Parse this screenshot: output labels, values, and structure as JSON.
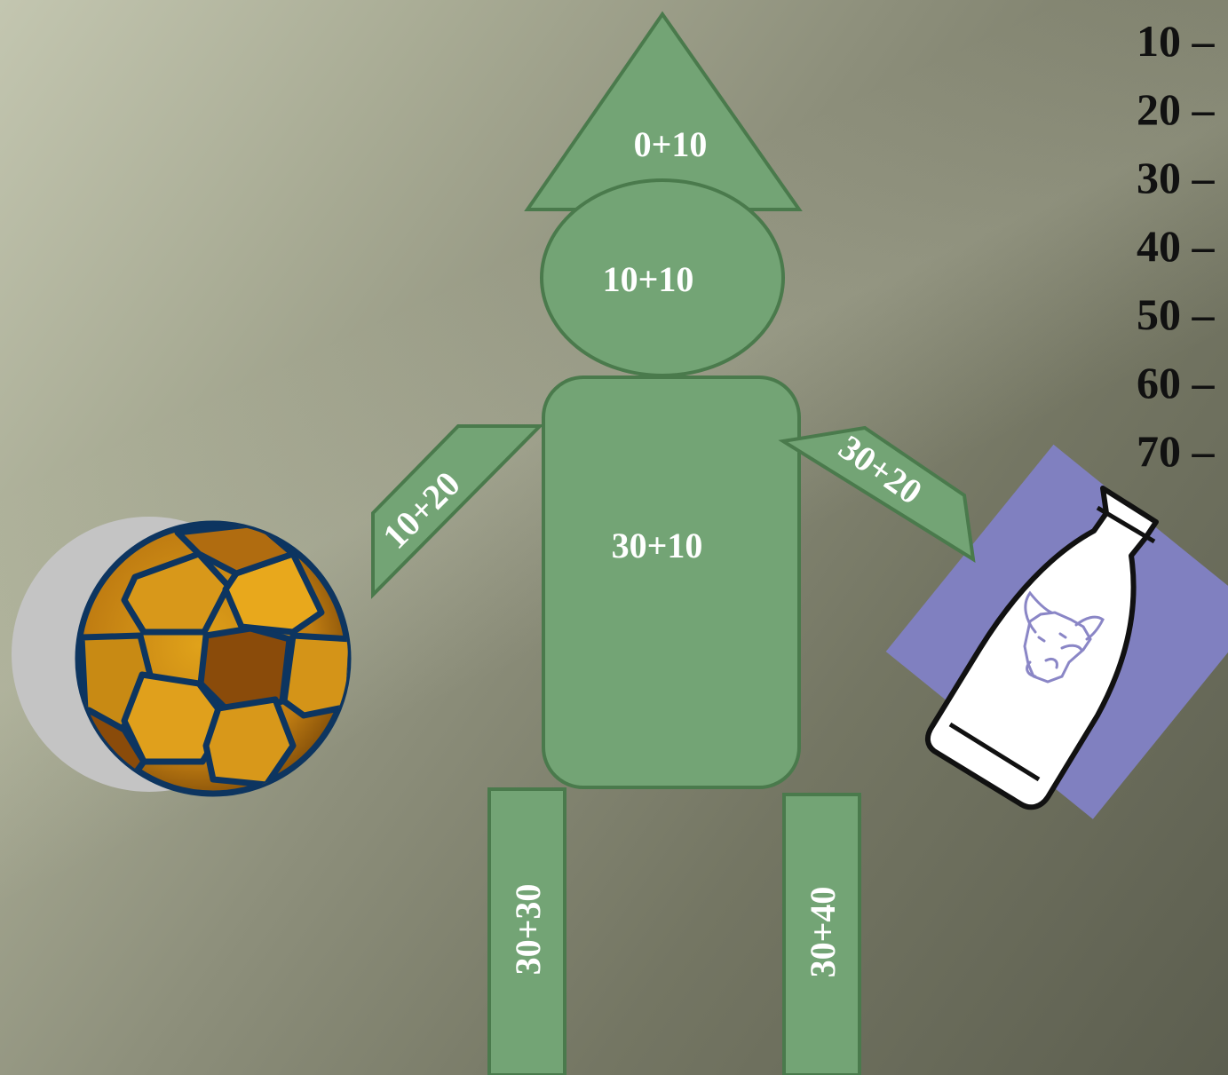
{
  "robot": {
    "hat_label": "0+10",
    "head_label": "10+10",
    "left_arm_label": "10+20",
    "body_label": "30+10",
    "right_arm_label": "30+20",
    "left_leg_label": "30+30",
    "right_leg_label": "30+40"
  },
  "key_items": [
    "10 –",
    "20 –",
    "30 –",
    "40 –",
    "50 –",
    "60 –",
    "70 –"
  ],
  "icons": {
    "ball": "soccer-ball-icon",
    "bottle": "milk-bottle-icon"
  },
  "colors": {
    "shape_fill": "#73a475",
    "shape_border": "#4a7a4c",
    "bottle_backdrop": "#8080c0",
    "ball_shadow": "#c4c4c4"
  }
}
